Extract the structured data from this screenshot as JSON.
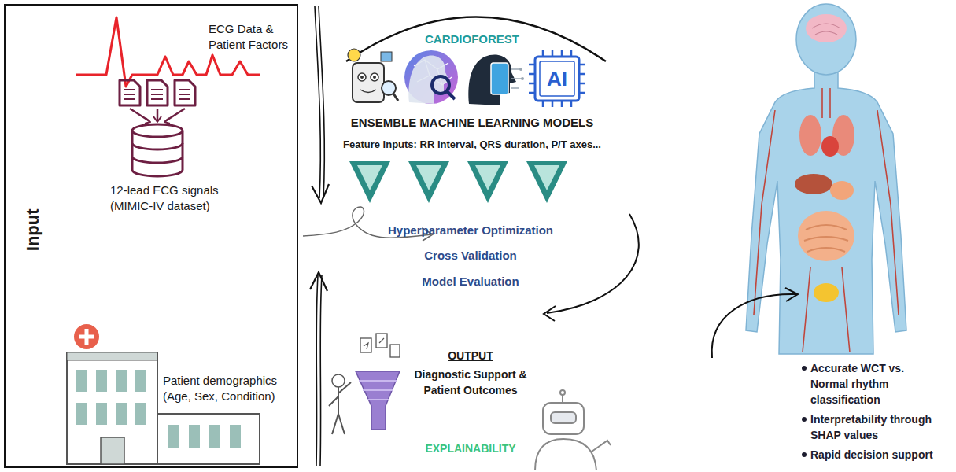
{
  "diagram": {
    "nodes": [
      {
        "text": [
          "Input",
          "ECG Data & Patient Factors",
          "12-lead ECG signals (MIMIC-IV dataset)",
          "Patient demographics (Age, Sex, Condition)"
        ]
      }
    ],
    "labels": [
      "CARDIOFOREST",
      "AI",
      "ENSEMBLE MACHINE LEARNING MODELS",
      "Feature inputs: RR interval, QRS duration, P/T axes...",
      "Hyperparameter Optimization",
      "Cross Validation",
      "Model Evaluation",
      "OUTPUT",
      "Diagnostic Support & Patient Outcomes",
      "EXPLAINABILITY",
      "Accurate WCT vs. Normal rhythm classification",
      "Interpretability through SHAP values",
      "Rapid decision support"
    ]
  }
}
